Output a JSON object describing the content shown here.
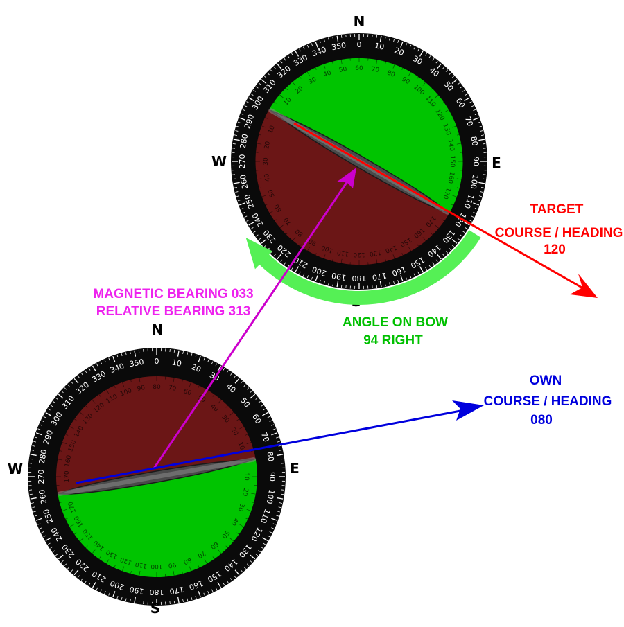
{
  "cardinals": {
    "north": "N",
    "east": "E",
    "south": "S",
    "west": "W"
  },
  "own_ship": {
    "label_title": "OWN",
    "label_line2": "COURSE / HEADING",
    "label_line3": "080",
    "course_deg": 80,
    "color": "#0000dd"
  },
  "target_ship": {
    "label_title": "TARGET",
    "label_line2": "COURSE / HEADING",
    "label_line3": "120",
    "course_deg": 120,
    "color": "#ff0000"
  },
  "bearing": {
    "line1": "MAGNETIC BEARING 033",
    "line2": "RELATIVE BEARING 313",
    "magnetic_deg": 33,
    "relative_deg": 313,
    "color": "#cc00cc"
  },
  "angle_on_bow": {
    "line1": "ANGLE ON BOW",
    "line2": "94 RIGHT",
    "value_deg": 94,
    "color": "#00cc00"
  },
  "colors": {
    "bezel": "#0a0a0a",
    "port_half": "#6b1616",
    "starboard_half": "#00c400",
    "arc": "#55f055"
  }
}
